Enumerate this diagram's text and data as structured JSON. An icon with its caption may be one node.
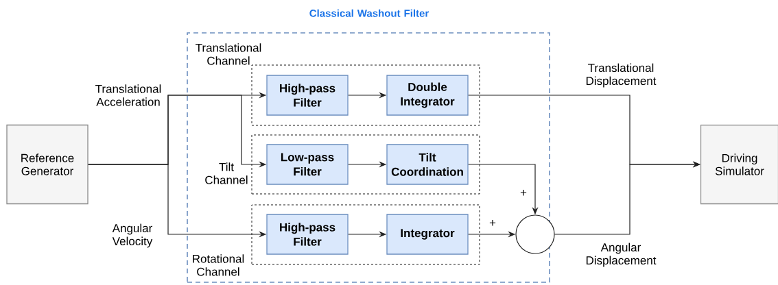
{
  "diagram": {
    "nodes": [
      {
        "text": [
          "Classical Washout Filter"
        ]
      },
      {
        "text": [
          "Reference Generator"
        ]
      },
      {
        "text": [
          "Translational Channel"
        ],
        "in": 0
      },
      {
        "text": [
          "High-pass Filter"
        ],
        "in": 2
      },
      {
        "text": [
          "Double Integrator"
        ],
        "in": 2
      },
      {
        "text": [
          "Tilt Channel"
        ],
        "in": 0
      },
      {
        "text": [
          "Low-pass Filter"
        ],
        "in": 5
      },
      {
        "text": [
          "Tilt Coordination"
        ],
        "in": 5
      },
      {
        "text": [
          "Rotational Channel"
        ],
        "in": 0
      },
      {
        "text": [
          "High-pass Filter"
        ],
        "in": 8
      },
      {
        "text": [
          "Integrator"
        ],
        "in": 8
      },
      {
        "text": [],
        "shape": "circle",
        "in": 0
      },
      {
        "text": [
          "Driving Simulator"
        ]
      }
    ],
    "edges": [
      {
        "from": 1,
        "to": 3,
        "arrow": "to",
        "label": "Translational Acceleration"
      },
      {
        "from": 1,
        "to": 6,
        "arrow": "to"
      },
      {
        "from": 1,
        "to": 9,
        "arrow": "to",
        "label": "Angular Velocity"
      },
      {
        "from": 3,
        "to": 4,
        "arrow": "to"
      },
      {
        "from": 6,
        "to": 7,
        "arrow": "to"
      },
      {
        "from": 9,
        "to": 10,
        "arrow": "to"
      },
      {
        "from": 4,
        "to": 12,
        "arrow": "to",
        "label": "Translational Displacement"
      },
      {
        "from": 7,
        "to": 11,
        "arrow": "to",
        "label": "+"
      },
      {
        "from": 10,
        "to": 11,
        "arrow": "to",
        "label": "+"
      },
      {
        "from": 11,
        "to": 12,
        "arrow": "to",
        "label": "Angular Displacement"
      }
    ]
  }
}
